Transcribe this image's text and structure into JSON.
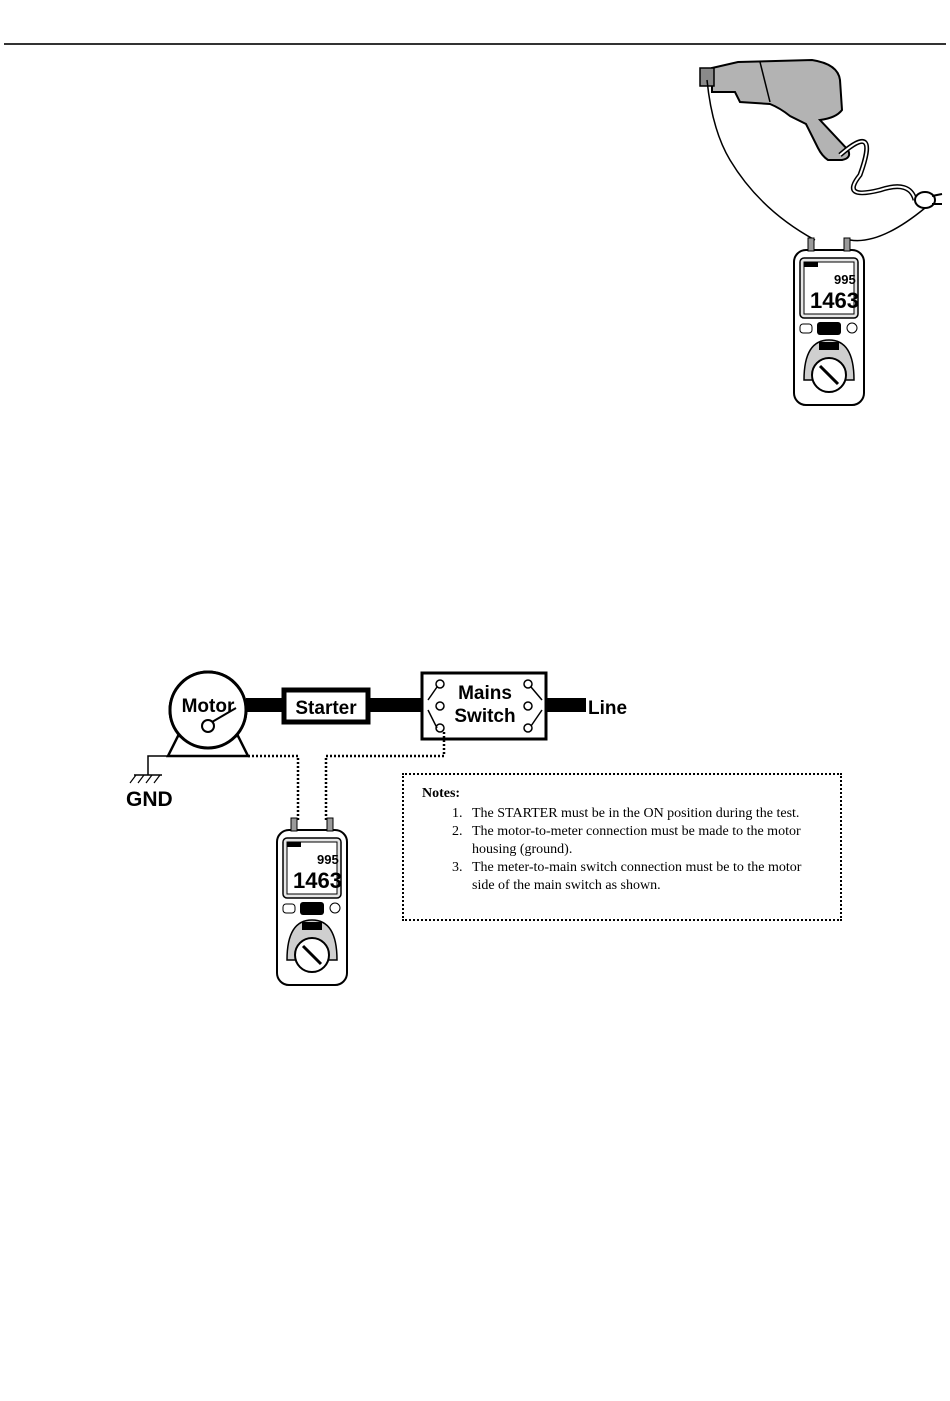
{
  "diagram": {
    "labels": {
      "motor": "Motor",
      "starter": "Starter",
      "mains_line1": "Mains",
      "mains_line2": "Switch",
      "line": "Line",
      "gnd": "GND"
    }
  },
  "meter": {
    "top_reading": "995",
    "main_reading": "1463"
  },
  "notes": {
    "title": "Notes:",
    "items": [
      "The STARTER must be in the ON position during the test.",
      "The motor-to-meter connection must be made to the motor housing (ground).",
      "The meter-to-main switch connection must be to the motor side of the main switch as shown."
    ]
  },
  "colors": {
    "drill_body": "#b3b3b3",
    "meter_display": "#ffffff",
    "ink": "#000000"
  }
}
